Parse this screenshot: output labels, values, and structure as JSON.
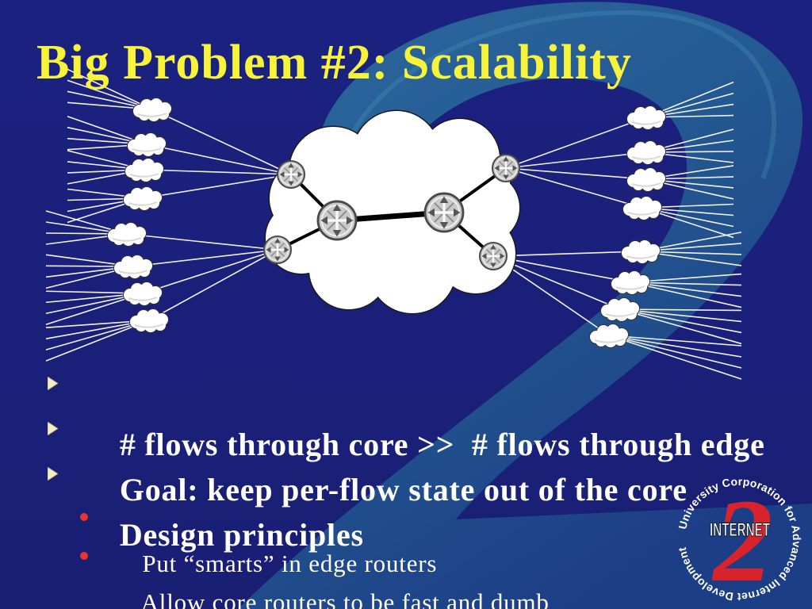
{
  "slide": {
    "title": "Big Problem #2: Scalability",
    "bullets": [
      {
        "level": 1,
        "text": "# flows through core >>  # flows through edge"
      },
      {
        "level": 1,
        "text": "Goal: keep per-flow state out of the core"
      },
      {
        "level": 1,
        "text": "Design principles"
      },
      {
        "level": 2,
        "text": "Put “smarts” in edge routers"
      },
      {
        "level": 2,
        "text": "Allow core routers to be fast and dumb"
      }
    ]
  },
  "diagram": {
    "icons": {
      "core_network": "cloud-icon",
      "edge_network": "cloud-icon",
      "router": "router-icon",
      "level1_bullet": "arrow-bullet-icon",
      "level2_bullet": "dot-bullet-icon"
    }
  },
  "logo": {
    "ring_text": "University Corporation for Advanced Internet Development",
    "wordmark": "INTERNET",
    "numeral": "2"
  },
  "colors": {
    "background": "#1b2180",
    "title": "#f7f23a",
    "text": "#ffffff",
    "sub_bullet": "#e8362e",
    "watermark": "#2a6f98",
    "logo_red": "#d9232c"
  }
}
